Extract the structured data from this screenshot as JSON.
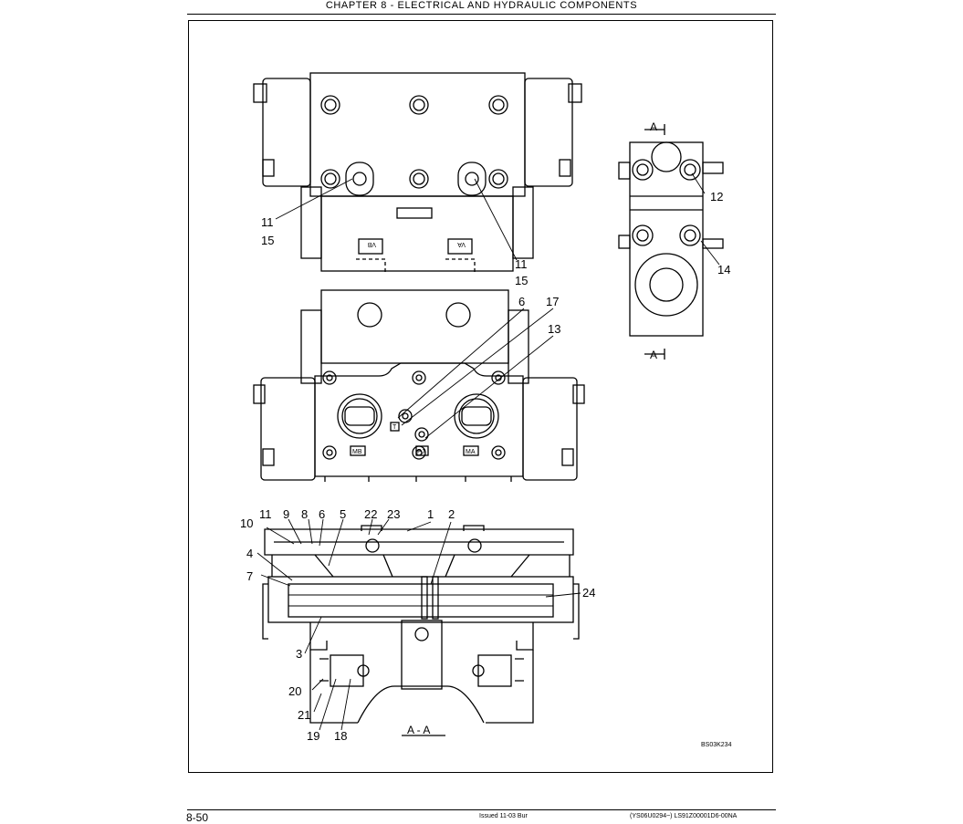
{
  "header": {
    "title": "CHAPTER 8 - ELECTRICAL AND HYDRAULIC COMPONENTS"
  },
  "footer": {
    "page": "8-50",
    "issued": "Issued 11-03    Bur",
    "doc_id": "(YS06U0294~)   LS91Z00001D6-00NA"
  },
  "figure": {
    "code": "BS03K234",
    "port_marks": {
      "bottom_left": "VB",
      "bottom_right": "VA",
      "mid_left": "MB",
      "mid_right": "MA",
      "t": "T",
      "p": "PJ"
    },
    "section_marks": {
      "top": "A",
      "bottom": "A",
      "section_title": "A - A"
    },
    "callouts_top": {
      "left_a": "11",
      "left_b": "15",
      "right_a": "11",
      "right_b": "15"
    },
    "callouts_side": {
      "c12": "12",
      "c14": "14"
    },
    "callouts_mid": {
      "c6": "6",
      "c17": "17",
      "c13": "13"
    },
    "callouts_bottom": {
      "c11": "11",
      "c9": "9",
      "c8": "8",
      "c6": "6",
      "c5": "5",
      "c22": "22",
      "c23": "23",
      "c1": "1",
      "c2": "2",
      "c10": "10",
      "c4": "4",
      "c7": "7",
      "c24": "24",
      "c3": "3",
      "c20": "20",
      "c21": "21",
      "c19": "19",
      "c18": "18"
    }
  }
}
